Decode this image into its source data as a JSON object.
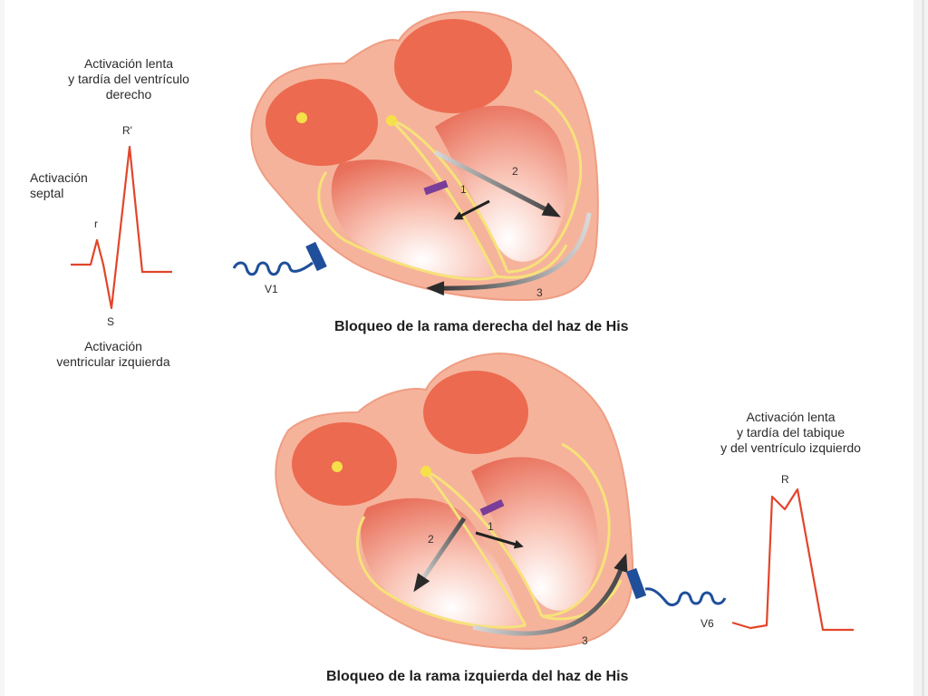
{
  "top": {
    "caption": "Bloqueo de la rama derecha del haz de His",
    "annotation_top_lines": [
      "Activación lenta",
      "y tardía del ventrículo",
      "derecho"
    ],
    "annotation_septal_lines": [
      "Activación",
      "septal"
    ],
    "annotation_bottom_lines": [
      "Activación",
      "ventricular izquierda"
    ],
    "wave_labels": {
      "r": "r",
      "r_prime": "R'",
      "s": "S"
    },
    "lead": "V1",
    "arrows": [
      "1",
      "2",
      "3"
    ]
  },
  "bottom": {
    "caption": "Bloqueo de la rama izquierda del haz de His",
    "annotation_lines": [
      "Activación lenta",
      "y tardía del tabique",
      "y del ventrículo izquierdo"
    ],
    "wave_labels": {
      "r": "R"
    },
    "lead": "V6",
    "arrows": [
      "1",
      "2",
      "3"
    ]
  },
  "colors": {
    "ecg": "#e2452a",
    "heart_outer": "#f6b39b",
    "heart_chamber": "#ec6a4f",
    "conduction": "#f6e27a",
    "electrode": "#1f4f9a",
    "block": "#7a3d98"
  }
}
